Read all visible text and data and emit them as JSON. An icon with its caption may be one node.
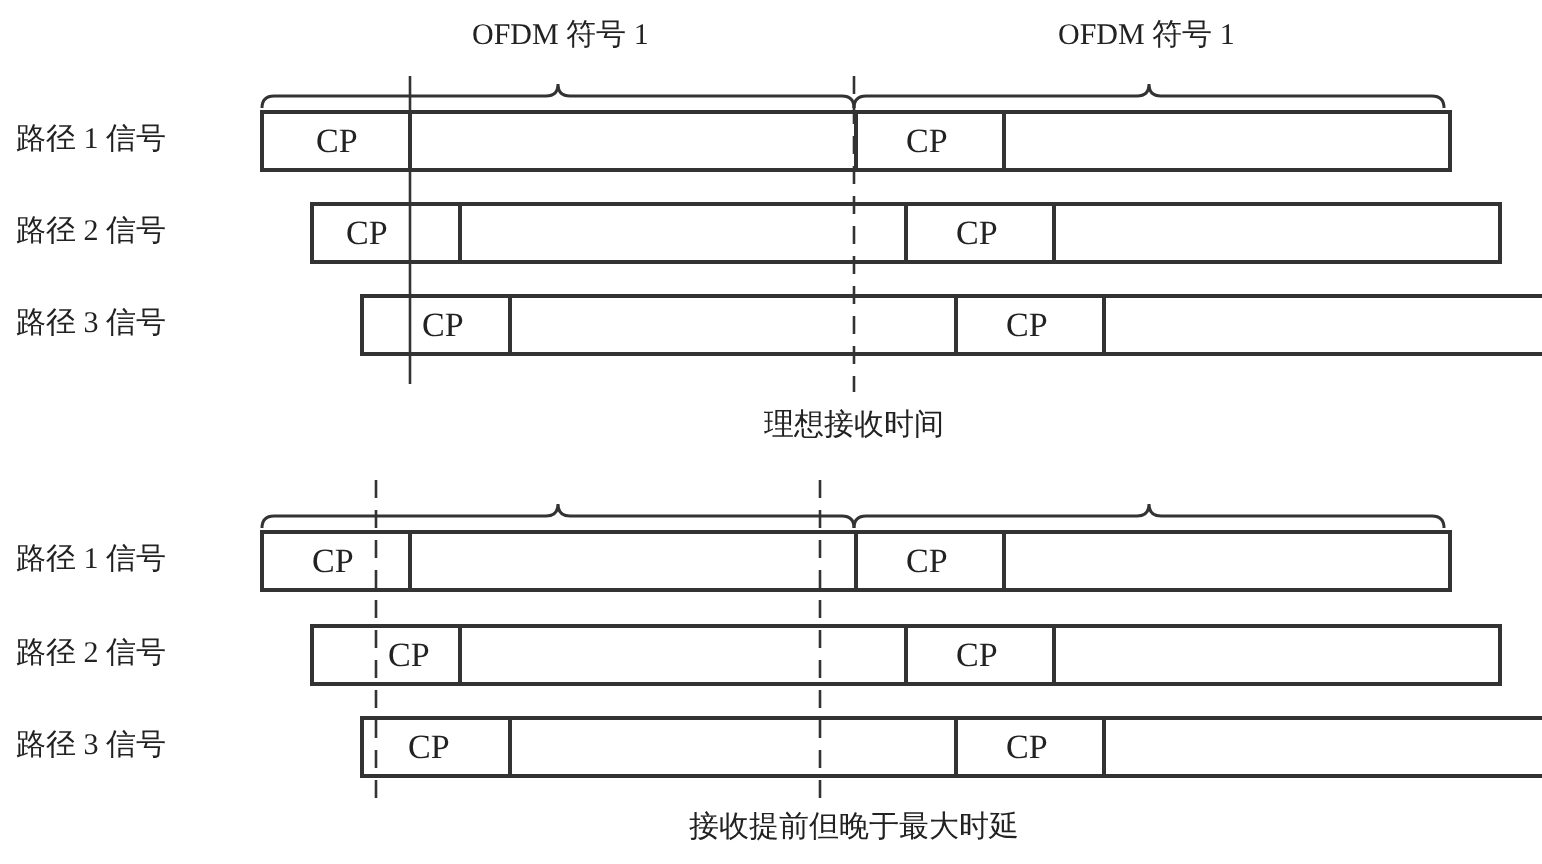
{
  "diagram": {
    "nodes": [
      {
        "text": [
          "CP"
        ]
      },
      {
        "text": [],
        "shape": "box"
      },
      {
        "text": [
          "CP"
        ]
      },
      {
        "text": [],
        "shape": "box"
      },
      {
        "text": [
          "CP"
        ]
      },
      {
        "text": [],
        "shape": "box"
      },
      {
        "text": [
          "CP"
        ]
      },
      {
        "text": [],
        "shape": "box"
      },
      {
        "text": [
          "CP"
        ]
      },
      {
        "text": [],
        "shape": "box"
      },
      {
        "text": [
          "CP"
        ]
      },
      {
        "text": [],
        "shape": "box"
      },
      {
        "text": [
          "CP"
        ]
      },
      {
        "text": [],
        "shape": "box"
      },
      {
        "text": [
          "CP"
        ]
      },
      {
        "text": [],
        "shape": "box"
      },
      {
        "text": [
          "CP"
        ]
      },
      {
        "text": [],
        "shape": "box"
      },
      {
        "text": [
          "CP"
        ]
      },
      {
        "text": [],
        "shape": "box"
      },
      {
        "text": [
          "CP"
        ]
      },
      {
        "text": [],
        "shape": "box"
      },
      {
        "text": [
          "CP"
        ]
      },
      {
        "text": [],
        "shape": "box"
      }
    ],
    "labels": [
      "OFDM 符号 1",
      "OFDM 符号 1",
      "路径 1 信号",
      "路径 2 信号",
      "路径 3 信号",
      "理想接收时间",
      "路径 1 信号",
      "路径 2 信号",
      "路径 3 信号",
      "接收提前但晚于最大时延"
    ]
  }
}
